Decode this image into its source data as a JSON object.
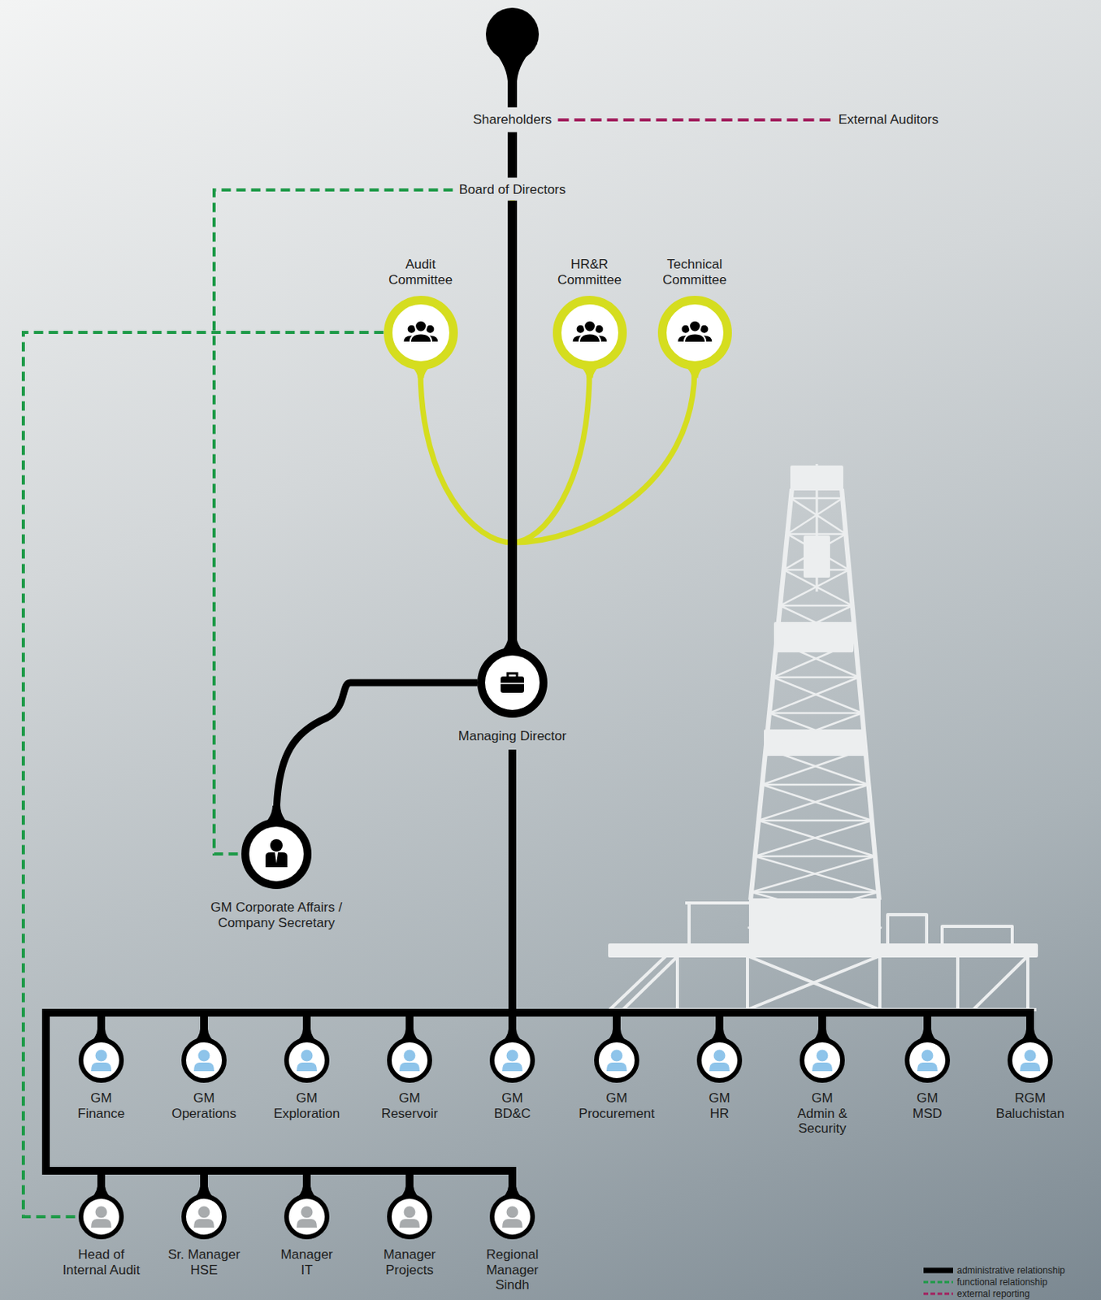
{
  "diagram": {
    "nodes": [
      {
        "text": [
          "Shareholders"
        ]
      },
      {
        "text": [
          "External Auditors"
        ]
      },
      {
        "text": [
          "Board of Directors"
        ]
      },
      {
        "text": [
          "Audit Committee"
        ]
      },
      {
        "text": [
          "HR&R Committee"
        ]
      },
      {
        "text": [
          "Technical Committee"
        ]
      },
      {
        "text": [
          "Managing Director"
        ]
      },
      {
        "text": [
          "GM Corporate Affairs / Company Secretary"
        ]
      },
      {
        "text": [
          "GM Finance"
        ]
      },
      {
        "text": [
          "GM Operations"
        ]
      },
      {
        "text": [
          "GM Exploration"
        ]
      },
      {
        "text": [
          "GM Reservoir"
        ]
      },
      {
        "text": [
          "GM BD&C"
        ]
      },
      {
        "text": [
          "GM Procurement"
        ]
      },
      {
        "text": [
          "GM HR"
        ]
      },
      {
        "text": [
          "GM Admin & Security"
        ]
      },
      {
        "text": [
          "GM MSD"
        ]
      },
      {
        "text": [
          "RGM Baluchistan"
        ]
      },
      {
        "text": [
          "Head of Internal Audit"
        ]
      },
      {
        "text": [
          "Sr. Manager HSE"
        ]
      },
      {
        "text": [
          "Manager IT"
        ]
      },
      {
        "text": [
          "Manager Projects"
        ]
      },
      {
        "text": [
          "Regional Manager Sindh"
        ]
      }
    ],
    "edges": [
      {
        "from": 0,
        "to": 1,
        "arrow": "none"
      },
      {
        "from": 3,
        "to": 2,
        "arrow": "none"
      },
      {
        "from": 4,
        "to": 2,
        "arrow": "none"
      },
      {
        "from": 5,
        "to": 2,
        "arrow": "none"
      },
      {
        "from": 0,
        "to": 2,
        "arrow": "none"
      },
      {
        "from": 2,
        "to": 6,
        "arrow": "none"
      },
      {
        "from": 2,
        "to": 7,
        "arrow": "none"
      },
      {
        "from": 3,
        "to": 18,
        "arrow": "none"
      },
      {
        "from": 6,
        "to": 7,
        "arrow": "none"
      },
      {
        "from": 6,
        "to": 8,
        "arrow": "none"
      },
      {
        "from": 6,
        "to": 9,
        "arrow": "none"
      },
      {
        "from": 6,
        "to": 10,
        "arrow": "none"
      },
      {
        "from": 6,
        "to": 11,
        "arrow": "none"
      },
      {
        "from": 6,
        "to": 12,
        "arrow": "none"
      },
      {
        "from": 6,
        "to": 13,
        "arrow": "none"
      },
      {
        "from": 6,
        "to": 14,
        "arrow": "none"
      },
      {
        "from": 6,
        "to": 15,
        "arrow": "none"
      },
      {
        "from": 6,
        "to": 16,
        "arrow": "none"
      },
      {
        "from": 6,
        "to": 17,
        "arrow": "none"
      },
      {
        "from": 6,
        "to": 18,
        "arrow": "none"
      },
      {
        "from": 6,
        "to": 19,
        "arrow": "none"
      },
      {
        "from": 6,
        "to": 20,
        "arrow": "none"
      },
      {
        "from": 6,
        "to": 21,
        "arrow": "none"
      },
      {
        "from": 6,
        "to": 22,
        "arrow": "none"
      }
    ],
    "legend": [
      {
        "text": "administrative relationship"
      },
      {
        "text": "functional relationship"
      },
      {
        "text": "external reporting"
      }
    ]
  }
}
